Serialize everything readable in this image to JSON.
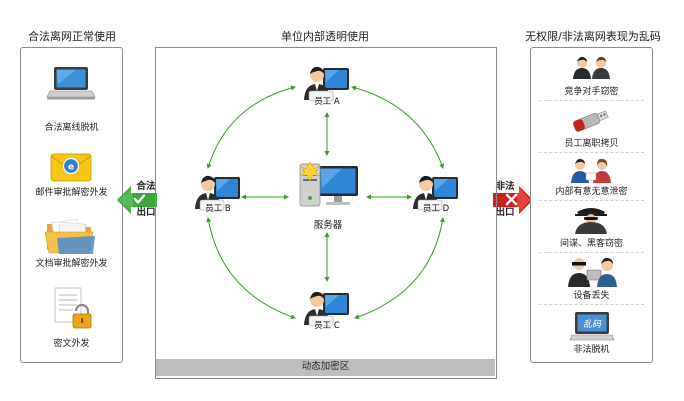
{
  "left": {
    "title": "合法离网正常使用",
    "items": [
      {
        "label": "合法离线脱机",
        "icon": "laptop-icon"
      },
      {
        "label": "邮件审批解密外发",
        "icon": "mail-icon"
      },
      {
        "label": "文档审批解密外发",
        "icon": "folder-icon"
      },
      {
        "label": "密文外发",
        "icon": "locked-document-icon"
      }
    ]
  },
  "center": {
    "title": "单位内部透明使用",
    "server_label": "服务器",
    "employees": {
      "a": "员工 A",
      "b": "员工 B",
      "c": "员工 C",
      "d": "员工 D"
    },
    "footer": "动态加密区"
  },
  "right": {
    "title": "无权限/非法离网表现为乱码",
    "items": [
      {
        "label": "竞争对手窃密",
        "icon": "competitor-icon"
      },
      {
        "label": "员工离职拷贝",
        "icon": "usb-drive-icon"
      },
      {
        "label": "内部有意无意泄密",
        "icon": "insider-icon"
      },
      {
        "label": "间谍、黑客窃密",
        "icon": "spy-icon"
      },
      {
        "label": "设备丢失",
        "icon": "thief-icon"
      },
      {
        "label": "非法脱机",
        "icon": "garbled-laptop-icon"
      }
    ],
    "garbled_text": "乱码"
  },
  "arrows": {
    "legal": [
      "合法",
      "出口"
    ],
    "illegal": [
      "非法",
      "出口"
    ]
  },
  "colors": {
    "panel_border": "#8a8a8a",
    "footer_bar": "#bdbdbd",
    "connector": "#3a9a2a",
    "legal_arrow": "#3aa83a",
    "illegal_arrow": "#cf2020"
  }
}
